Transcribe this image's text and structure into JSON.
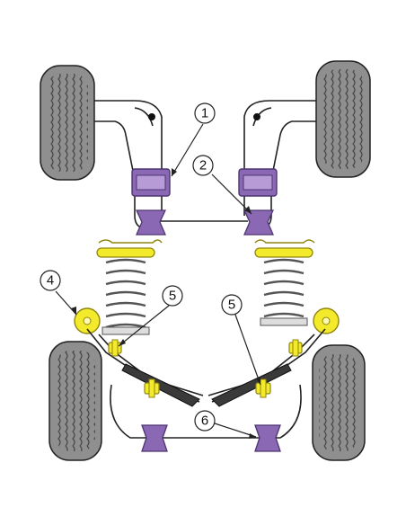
{
  "colors": {
    "tyre": "#8f8f8f",
    "tyre_dark": "#5e5e5e",
    "bush_purple": "#8a68b3",
    "bush_purple_dark": "#4d3572",
    "yellow": "#f4ea2c",
    "yellow_dark": "#8f8610",
    "spring": "#555555",
    "outline": "#222222"
  },
  "callouts": [
    {
      "id": "c1",
      "label": "1"
    },
    {
      "id": "c2",
      "label": "2"
    },
    {
      "id": "c4",
      "label": "4"
    },
    {
      "id": "c5a",
      "label": "5"
    },
    {
      "id": "c5b",
      "label": "5"
    },
    {
      "id": "c6",
      "label": "6"
    }
  ]
}
